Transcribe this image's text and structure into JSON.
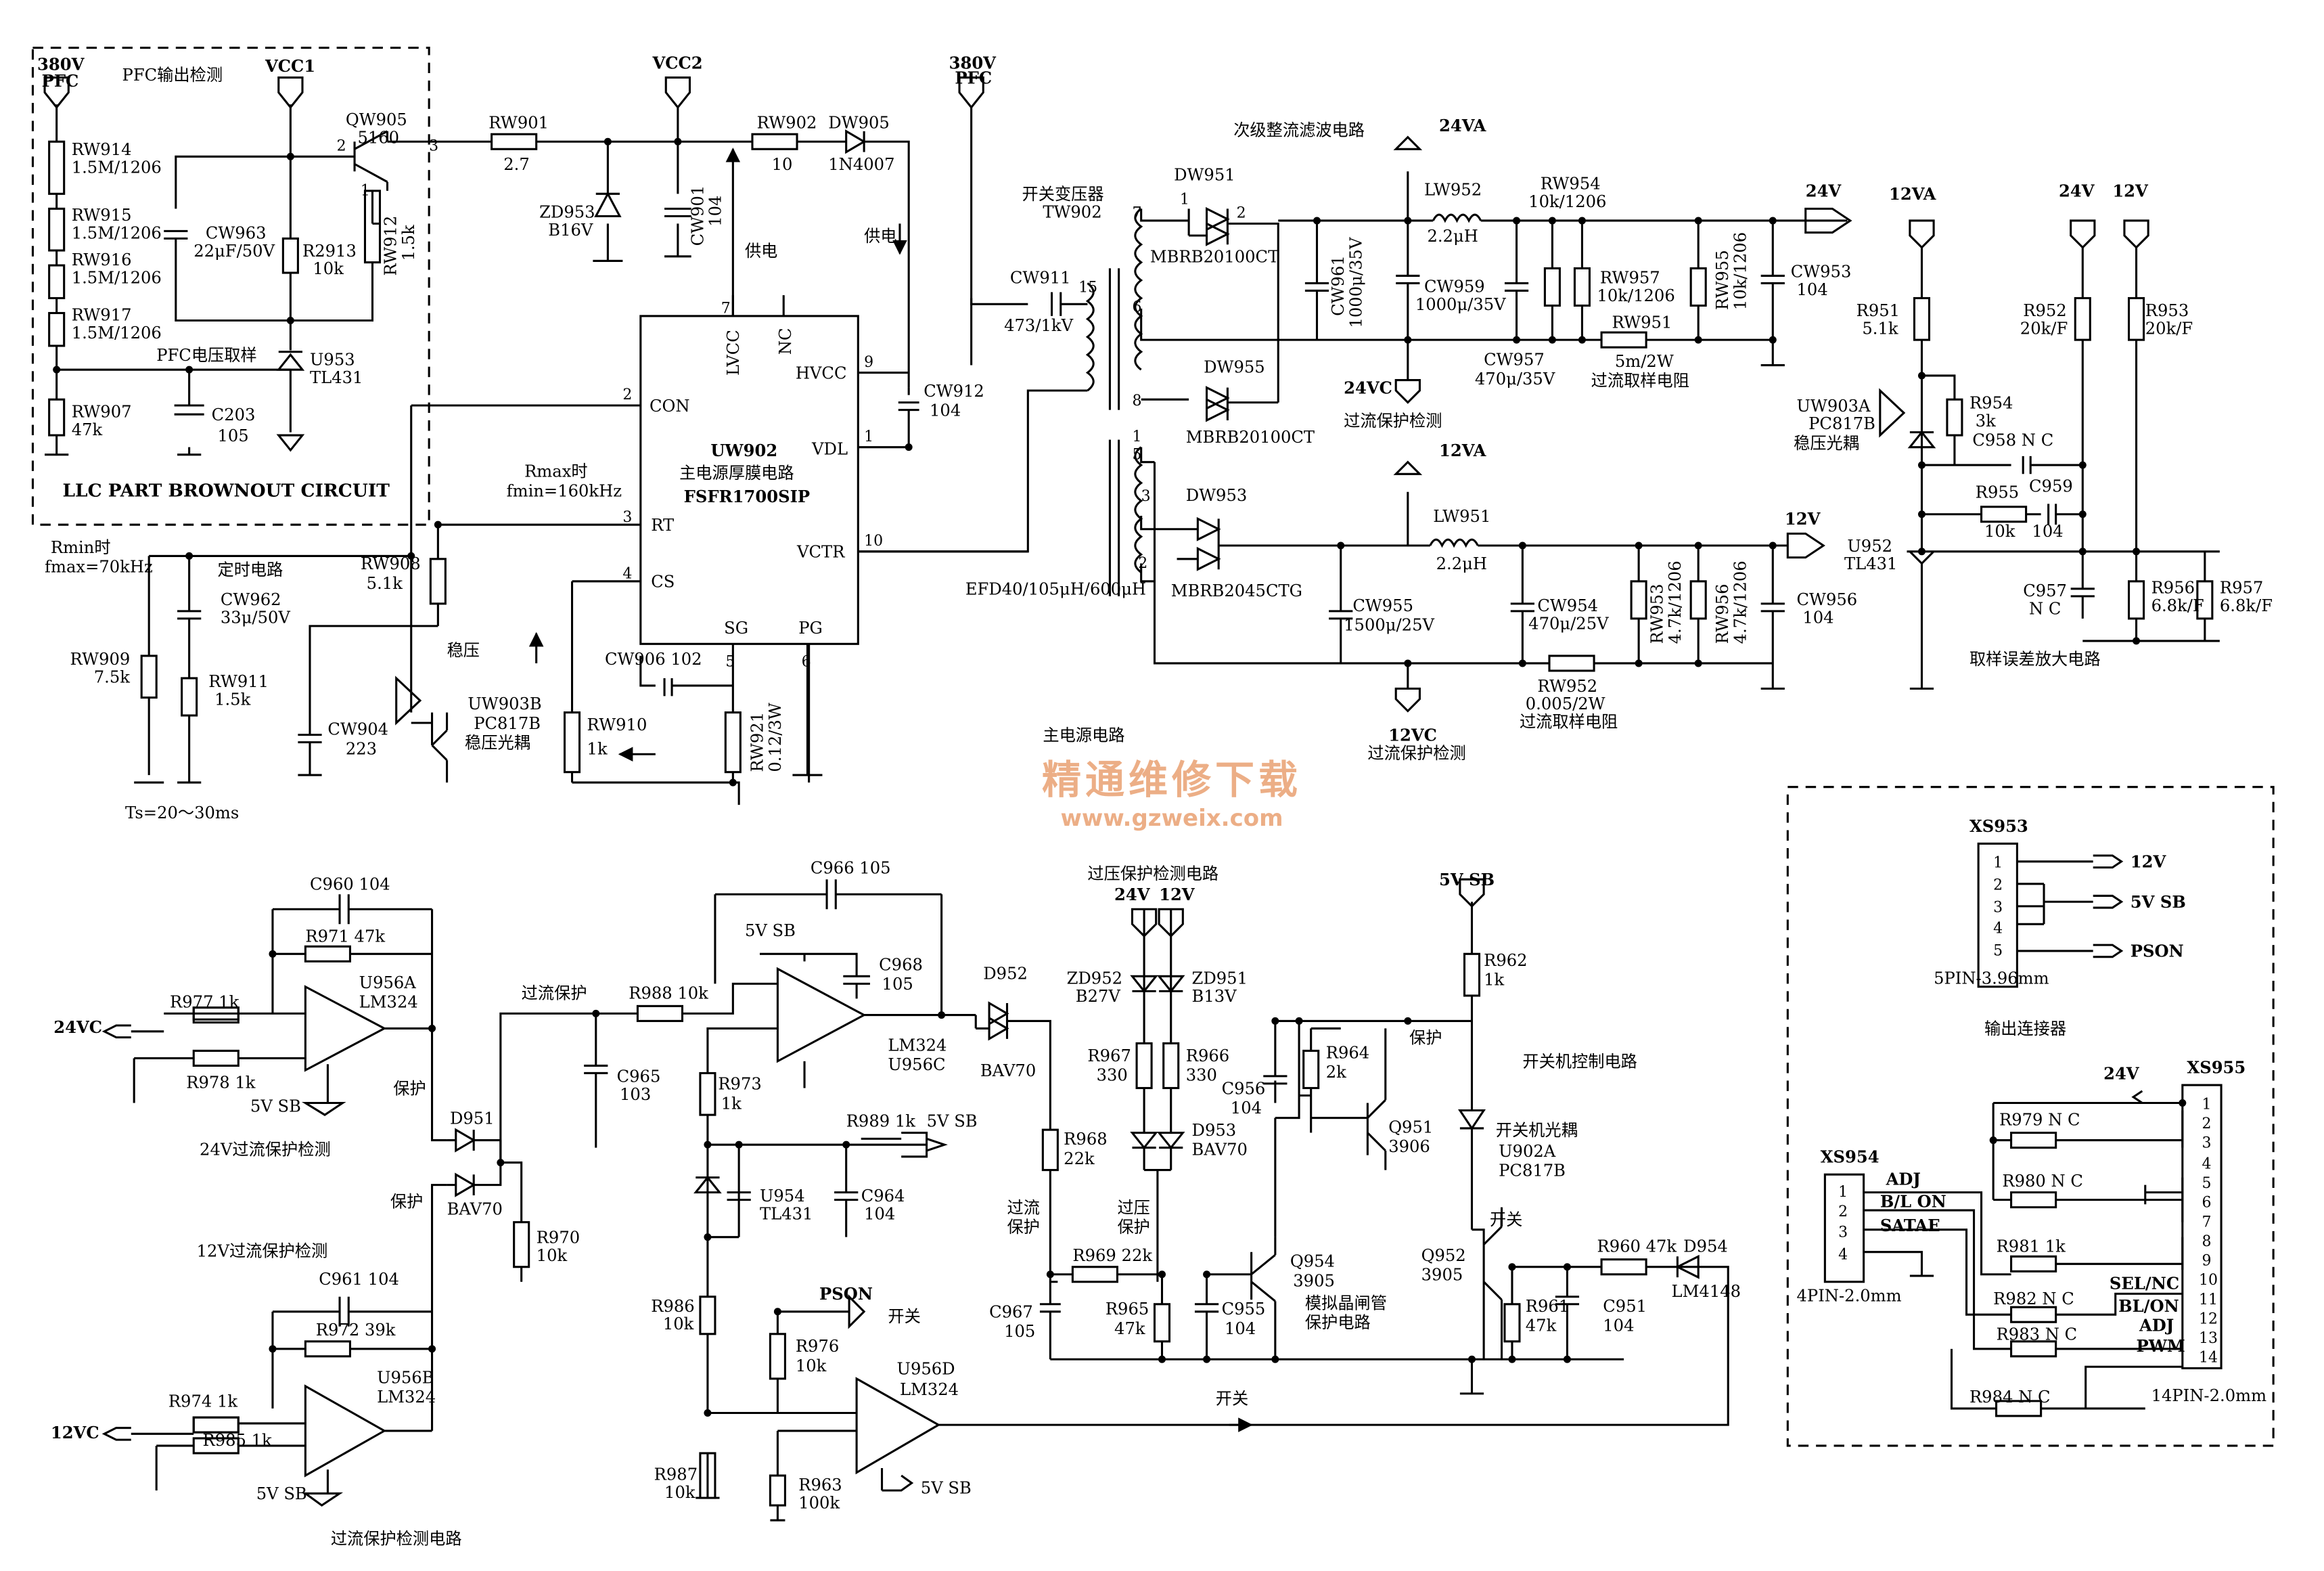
{
  "labels": {
    "pfc_in": "380V",
    "pfc_in2": "PFC",
    "pfc_detect": "PFC输出检测",
    "vcc1": "VCC1",
    "vcc2": "VCC2",
    "pfc_top": "380V",
    "pfc_top2": "PFC",
    "rw914": "RW914",
    "rw914v": "1.5M/1206",
    "rw915": "RW915",
    "rw915v": "1.5M/1206",
    "rw916": "RW916",
    "rw916v": "1.5M/1206",
    "rw917": "RW917",
    "rw917v": "1.5M/1206",
    "rw907": "RW907",
    "rw907v": "47k",
    "c203": "C203",
    "c203v": "105",
    "pfc_sample": "PFC电压取样",
    "u953": "U953",
    "u953v": "TL431",
    "cw963": "CW963",
    "cw963v": "22μF/50V",
    "r2913": "R2913",
    "r2913v": "10k",
    "rw912": "RW912",
    "rw912v": "1.5k",
    "qw905": "QW905",
    "qw905v": "5160",
    "brownout": "LLC PART BROWNOUT CIRCUIT",
    "rw901": "RW901",
    "rw901v": "2.7",
    "rw902": "RW902",
    "rw902v": "10",
    "dw905": "DW905",
    "dw905v": "1N4007",
    "zd953": "ZD953",
    "zd953v": "B16V",
    "cw901": "CW901",
    "cw901v": "104",
    "supply1": "供电",
    "supply2": "供电",
    "uw902": "UW902",
    "uw902d": "主电源厚膜电路",
    "uw902p": "FSFR1700SIP",
    "p_lvcc": "LVCC",
    "p_nc": "NC",
    "p_hvcc": "HVCC",
    "p_con": "CON",
    "p_vdl": "VDL",
    "p_rt": "RT",
    "p_cs": "CS",
    "p_vctr": "VCTR",
    "p_sg": "SG",
    "p_pg": "PG",
    "cw912": "CW912",
    "cw912v": "104",
    "cw911": "CW911",
    "cw911v": "473/1kV",
    "tw902": "开关变压器",
    "tw902b": "TW902",
    "efd": "EFD40/105μH/600μH",
    "rmax": "Rmax时",
    "fmin": "fmin=160kHz",
    "rmin": "Rmin时",
    "fmax": "fmax=70kHz",
    "timing": "定时电路",
    "rw908": "RW908",
    "rw908v": "5.1k",
    "cw962": "CW962",
    "cw962v": "33μ/50V",
    "rw909": "RW909",
    "rw909v": "7.5k",
    "rw911": "RW911",
    "rw911v": "1.5k",
    "cw904": "CW904",
    "cw904v": "223",
    "stab": "稳压",
    "uw903b": "UW903B",
    "uw903bv": "PC817B",
    "uw903bd": "稳压光耦",
    "ts": "Ts=20～30ms",
    "cw906": "CW906 102",
    "rw910": "RW910",
    "rw910v": "1k",
    "rw921": "RW921",
    "rw921v": "0.12/3W",
    "main_power": "主电源电路",
    "sec_rect": "次级整流滤波电路",
    "v24va": "24VA",
    "dw951": "DW951",
    "dw951v": "MBRB20100CT",
    "dw955": "DW955",
    "dw955v": "MBRB20100CT",
    "lw952": "LW952",
    "lw952v": "2.2μH",
    "rw954": "RW954",
    "rw954v": "10k/1206",
    "cw961": "CW961",
    "cw961v": "1000μ/35V",
    "cw959": "CW959",
    "cw959v": "1000μ/35V",
    "cw957": "CW957",
    "cw957v": "470μ/35V",
    "rw957": "RW957",
    "rw957v": "10k/1206",
    "rw951": "RW951",
    "rw951v": "5m/2W",
    "rw951d": "过流取样电阻",
    "rw955": "RW955",
    "rw955v": "10k/1206",
    "cw953": "CW953",
    "cw953v": "104",
    "v24": "24V",
    "v24vc": "24VC",
    "v24vc_d": "过流保护检测",
    "v12va": "12VA",
    "dw953": "DW953",
    "dw953v": "MBRB2045CTG",
    "lw951": "LW951",
    "lw951v": "2.2μH",
    "cw955": "CW955",
    "cw955v": "1500μ/25V",
    "cw954": "CW954",
    "cw954v": "470μ/25V",
    "rw953": "RW953",
    "rw953v": "4.7k/1206",
    "rw956": "RW956",
    "rw956v": "4.7k/1206",
    "cw956": "CW956",
    "cw956v": "104",
    "v12": "12V",
    "rw952": "RW952",
    "rw952v": "0.005/2W",
    "rw952d": "过流取样电阻",
    "v12vc": "12VC",
    "v12vc_d": "过流保护检测",
    "v12va_r": "12VA",
    "v24_r": "24V",
    "v12_r": "12V",
    "r951": "R951",
    "r951v": "5.1k",
    "uw903a": "UW903A",
    "uw903av": "PC817B",
    "uw903ad": "稳压光耦",
    "r954": "R954",
    "r954v": "3k",
    "c958": "C958 N C",
    "r955": "R955",
    "r955v": "10k",
    "c959": "C959",
    "c959v": "104",
    "r952": "R952",
    "r952v": "20k/F",
    "r953": "R953",
    "r953v": "20k/F",
    "u952": "U952",
    "u952v": "TL431",
    "c957": "C957",
    "c957v": "N C",
    "r956": "R956",
    "r956v": "6.8k/F",
    "r957": "R957",
    "r957v": "6.8k/F",
    "err_amp": "取样误差放大电路",
    "wm1": "精通维修下载",
    "wm2": "www.gzweix.com",
    "c960": "C960 104",
    "r971": "R971 47k",
    "r977": "R977 1k",
    "r978": "R978 1k",
    "u956a": "U956A",
    "u956av": "LM324",
    "v24vc_in": "24VC",
    "v5sb1": "5V SB",
    "prot1": "保护",
    "prot2": "保护",
    "det24": "24V过流保护检测",
    "det12": "12V过流保护检测",
    "d951": "D951",
    "bav70a": "BAV70",
    "r970": "R970",
    "r970v": "10k",
    "c961": "C961 104",
    "r972": "R972 39k",
    "u956b": "U956B",
    "u956bv": "LM324",
    "r974": "R974 1k",
    "r985": "R985 1k",
    "v12vc_in": "12VC",
    "v5sb2": "5V SB",
    "oc_det": "过流保护检测电路",
    "c966": "C966 105",
    "oc_prot": "过流保护",
    "r988": "R988 10k",
    "c965": "C965",
    "c965v": "103",
    "v5sb3": "5V SB",
    "c968": "C968",
    "c968v": "105",
    "lm324c": "LM324",
    "u956c": "U956C",
    "r973": "R973",
    "r973v": "1k",
    "r989": "R989 1k",
    "v5sb4": "5V SB",
    "u954": "U954",
    "u954v": "TL431",
    "c964": "C964",
    "c964v": "104",
    "r986": "R986",
    "r986v": "10k",
    "pson": "PSON",
    "sw1": "开关",
    "sw2": "开关",
    "sw3": "开关",
    "r976": "R976",
    "r976v": "10k",
    "u956d": "U956D",
    "u956dv": "LM324",
    "r987": "R987",
    "r987v": "10k",
    "r963": "R963",
    "r963v": "100k",
    "v5sb5": "5V SB",
    "ovp_det": "过压保护检测电路",
    "ovp_24": "24V",
    "ovp_12": "12V",
    "zd952": "ZD952",
    "zd952v": "B27V",
    "zd951": "ZD951",
    "zd951v": "B13V",
    "r967": "R967",
    "r967v": "330",
    "r966": "R966",
    "r966v": "330",
    "d953": "D953",
    "d953v": "BAV70",
    "d952": "D952",
    "bav70c": "BAV70",
    "r968": "R968",
    "r968v": "22k",
    "oc_prot2": "过流",
    "oc_prot2b": "保护",
    "ov_prot": "过压",
    "ov_protb": "保护",
    "r969": "R969 22k",
    "c967": "C967",
    "c967v": "105",
    "r965": "R965",
    "r965v": "47k",
    "c955": "C955",
    "c955v": "104",
    "q954": "Q954",
    "q954v": "3905",
    "scr": "模拟晶闸管",
    "scr2": "保护电路",
    "c956b": "C956",
    "c956bv": "104",
    "r964": "R964",
    "r964v": "2k",
    "q951": "Q951",
    "q951v": "3906",
    "prot3": "保护",
    "v5sb6": "5V SB",
    "r962": "R962",
    "r962v": "1k",
    "onoff_ctl": "开关机控制电路",
    "u902a_d": "开关机光耦",
    "u902a": "U902A",
    "u902av": "PC817B",
    "q952": "Q952",
    "q952v": "3905",
    "r960": "R960 47k",
    "d954": "D954",
    "d954v": "LM4148",
    "r961": "R961",
    "r961v": "47k",
    "c951": "C951",
    "c951v": "104",
    "xs953": "XS953",
    "xs953_12v": "12V",
    "xs953_5v": "5V SB",
    "xs953_pson": "PSON",
    "xs953_type": "5PIN-3.96mm",
    "conn": "输出连接器",
    "xs955": "XS955",
    "xs955_24v": "24V",
    "xs954": "XS954",
    "r979": "R979 N C",
    "r980": "R980 N C",
    "r981": "R981 1k",
    "r982": "R982 N C",
    "r983": "R983 N C",
    "r984": "R984 N C",
    "adj": "ADJ",
    "blon": "B/L ON",
    "satae": "SATAE",
    "selnc": "SEL/NC",
    "blon2": "BL/ON",
    "adj2": "ADJ",
    "pwm": "PWM",
    "xs954_type": "4PIN-2.0mm",
    "xs955_type": "14PIN-2.0mm"
  },
  "pins": {
    "xs953": [
      "1",
      "2",
      "3",
      "4",
      "5"
    ],
    "xs954": [
      "1",
      "2",
      "3",
      "4"
    ],
    "xs955": [
      "1",
      "2",
      "3",
      "4",
      "5",
      "6",
      "7",
      "8",
      "9",
      "10",
      "11",
      "12",
      "13",
      "14"
    ],
    "misc": [
      "2",
      "3",
      "1",
      "7",
      "9",
      "2",
      "4",
      "1",
      "3",
      "5",
      "6",
      "10",
      "15",
      "7",
      "6",
      "8",
      "5",
      "1",
      "3",
      "2",
      "1",
      "2",
      "4",
      "3",
      "2",
      "1",
      "3",
      "1",
      "2",
      "3",
      "5",
      "4",
      "6",
      "7",
      "10",
      "9",
      "8",
      "11",
      "4",
      "13",
      "12",
      "14",
      "11",
      "4",
      "1",
      "2",
      "3",
      "1",
      "2",
      "3",
      "2",
      "1",
      "1",
      "2",
      "3",
      "3",
      "2",
      "2",
      "3",
      "1",
      "3",
      "1",
      "2",
      "1"
    ]
  }
}
